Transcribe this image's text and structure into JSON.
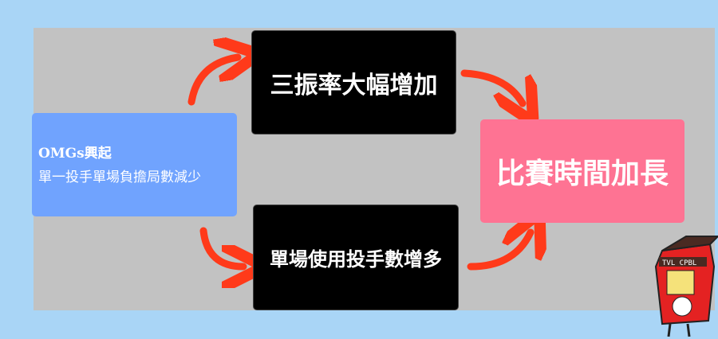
{
  "nodes": {
    "cause_title": "OMGs興起",
    "cause_detail": "單一投手單場負擔局數減少",
    "effect_top": "三振率大幅增加",
    "effect_bottom": "單場使用投手數增多",
    "result": "比賽時間加長"
  },
  "mascot": {
    "logo_text": "TVL CPBL"
  },
  "colors": {
    "background": "#a9d5f6",
    "panel": "#c2c2c2",
    "cause": "#70a3fe",
    "result": "#fe7393",
    "arrow": "#ff3a1a"
  }
}
